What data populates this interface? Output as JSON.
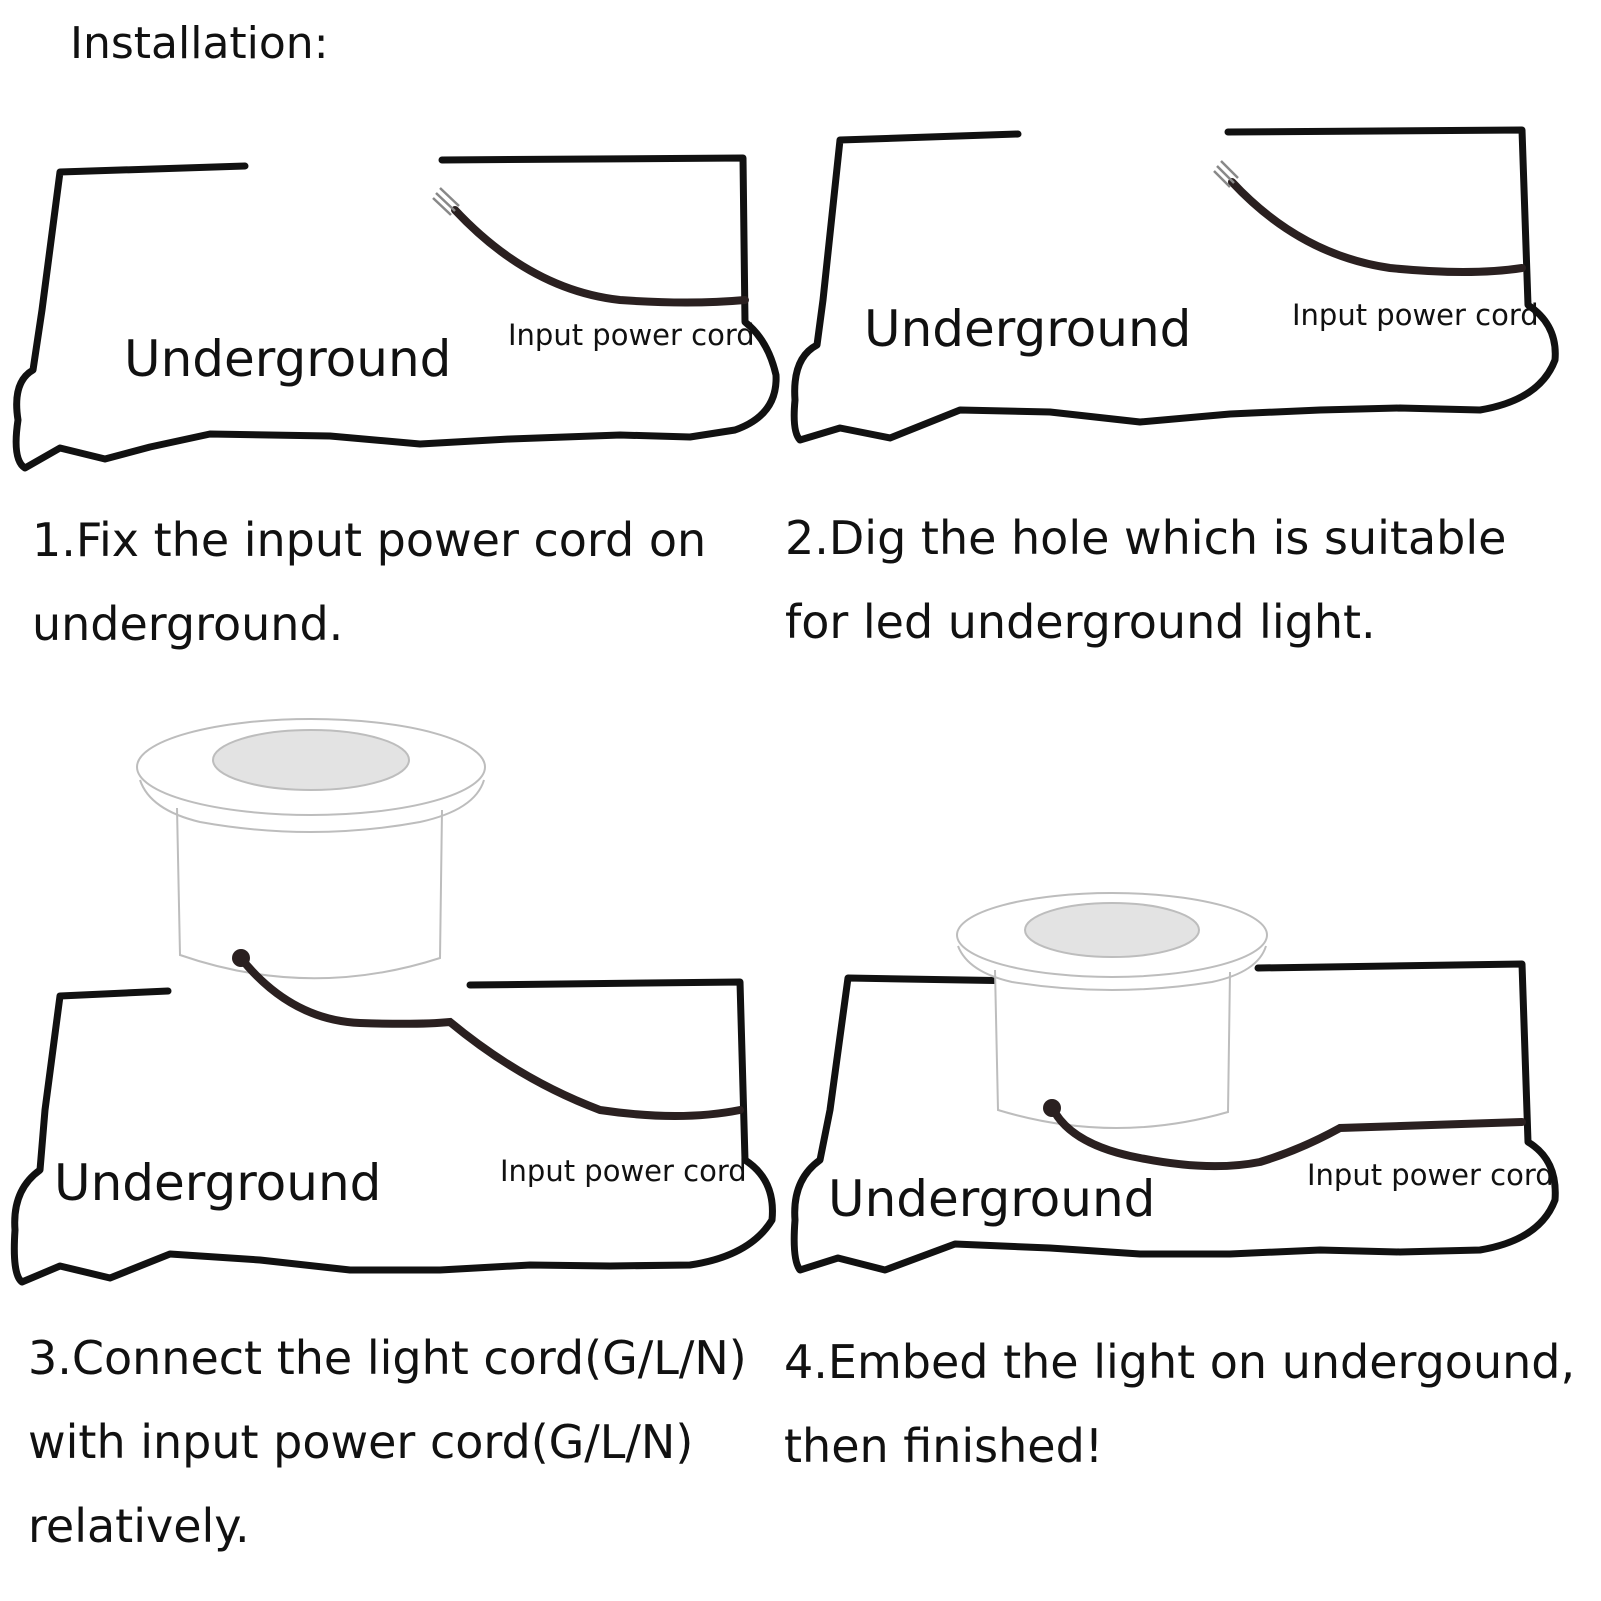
{
  "title": "Installation:",
  "steps": [
    {
      "ground_label": "Underground",
      "cord_label": "Input power cord",
      "caption_lines": [
        "1.Fix the input power cord on",
        "underground."
      ]
    },
    {
      "ground_label": "Underground",
      "cord_label": "Input power cord",
      "caption_lines": [
        "2.Dig the hole which is suitable",
        "for led underground light."
      ]
    },
    {
      "ground_label": "Underground",
      "cord_label": "Input power cord",
      "caption_lines": [
        "3.Connect the light cord(G/L/N)",
        "with input power cord(G/L/N)",
        "relatively."
      ]
    },
    {
      "ground_label": "Underground",
      "cord_label": "Input power cord",
      "caption_lines": [
        "4.Embed the light on undergound,",
        "then finished!"
      ]
    }
  ],
  "icons": {
    "ground_block": "ground-block-icon",
    "power_cord": "power-cord-icon",
    "led_light": "led-underground-light-icon"
  },
  "colors": {
    "outline": "#111111",
    "cord": "#2a2020",
    "lens": "#e3e3e3",
    "fixture_line": "#bdbdbd"
  }
}
